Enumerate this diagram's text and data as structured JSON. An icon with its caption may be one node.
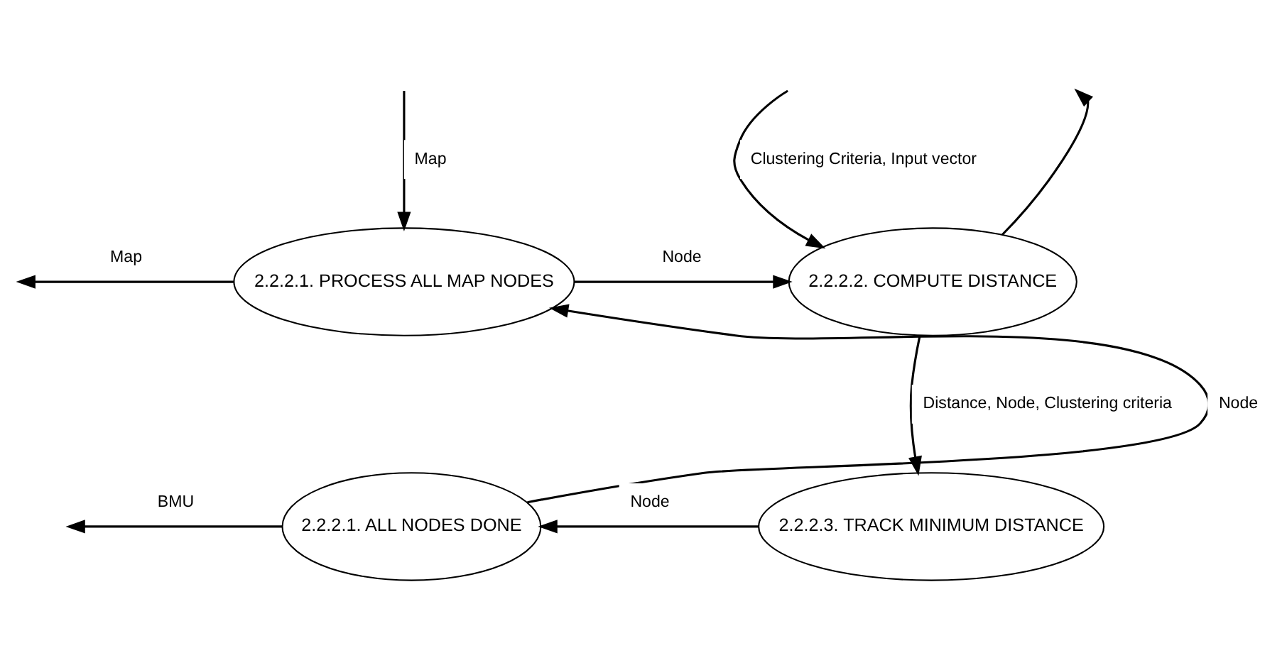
{
  "diagram": {
    "nodes": [
      {
        "text": [
          "2.2.2.1. PROCESS ALL MAP NODES"
        ]
      },
      {
        "text": [
          "2.2.2.2. COMPUTE DISTANCE"
        ]
      },
      {
        "text": [
          "2.2.2.1. ALL NODES DONE"
        ]
      },
      {
        "text": [
          "2.2.2.3. TRACK MINIMUM DISTANCE"
        ]
      }
    ],
    "edges": [
      {
        "from": 0,
        "to": null,
        "arrow": "to",
        "label": "Map"
      },
      {
        "from": null,
        "to": 0,
        "arrow": "to",
        "label": "Map"
      },
      {
        "from": 0,
        "to": 1,
        "arrow": "to",
        "label": "Node"
      },
      {
        "from": null,
        "to": 1,
        "arrow": "to",
        "label": "Clustering Criteria, Input vector"
      },
      {
        "from": 1,
        "to": null,
        "arrow": "to"
      },
      {
        "from": 1,
        "to": 3,
        "arrow": "to",
        "label": "Distance, Node, Clustering criteria"
      },
      {
        "from": 3,
        "to": 2,
        "arrow": "to",
        "label": "Node"
      },
      {
        "from": 2,
        "to": 0,
        "arrow": "to",
        "label": "Node"
      },
      {
        "from": 2,
        "to": null,
        "arrow": "to",
        "label": "BMU"
      }
    ]
  }
}
